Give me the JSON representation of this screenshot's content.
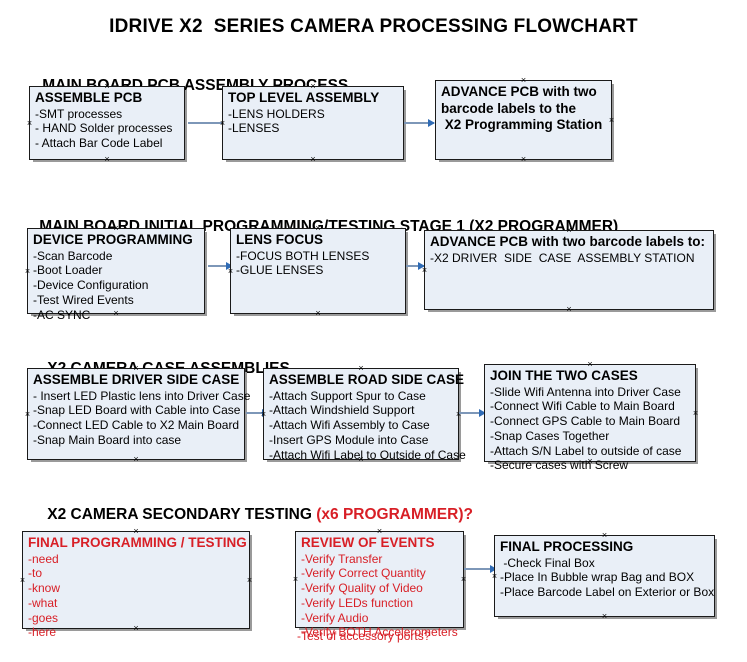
{
  "document": {
    "title": "IDRIVE X2  SERIES CAMERA PROCESSING FLOWCHART"
  },
  "colors": {
    "box_fill": "#e9eff7",
    "box_border": "#1a1a1a",
    "connector": "#7d97b8",
    "arrow_head": "#2f6bb5",
    "accent_red": "#d81f26",
    "text": "#000000"
  },
  "sections": [
    {
      "heading": "MAIN BOARD PCB ASSEMBLY PROCESS",
      "heading_accent": "",
      "boxes": [
        {
          "title": "ASSEMBLE PCB",
          "lines": [
            "-SMT processes",
            "- HAND Solder processes",
            "- Attach Bar Code Label"
          ]
        },
        {
          "title": "TOP LEVEL ASSEMBLY",
          "lines": [
            "-LENS HOLDERS",
            "-LENSES"
          ]
        },
        {
          "title": "ADVANCE PCB with two",
          "lines": [
            "barcode labels to the",
            " X2 Programming Station"
          ]
        }
      ]
    },
    {
      "heading": "MAIN BOARD INITIAL PROGRAMMING/TESTING STAGE 1 (X2 PROGRAMMER)",
      "heading_accent": "",
      "boxes": [
        {
          "title": "DEVICE PROGRAMMING",
          "lines": [
            "-Scan Barcode",
            "-Boot Loader",
            "-Device Configuration",
            "-Test Wired Events",
            "-AC SYNC"
          ]
        },
        {
          "title": "LENS FOCUS",
          "lines": [
            "-FOCUS BOTH LENSES",
            "-GLUE LENSES"
          ]
        },
        {
          "title": "ADVANCE PCB with two barcode labels to:",
          "lines": [
            "-X2 DRIVER  SIDE  CASE  ASSEMBLY STATION"
          ]
        }
      ]
    },
    {
      "heading": "X2 CAMERA CASE ASSEMBLIES",
      "heading_accent": "",
      "boxes": [
        {
          "title": "ASSEMBLE DRIVER SIDE CASE",
          "lines": [
            "- Insert LED Plastic lens into Driver Case",
            "-Snap LED Board with Cable into Case",
            "-Connect LED Cable to X2 Main Board",
            "-Snap Main Board into case"
          ]
        },
        {
          "title": "ASSEMBLE ROAD SIDE CASE",
          "lines": [
            "-Attach Support Spur to Case",
            "-Attach Windshield Support",
            "-Attach Wifi Assembly to Case",
            "-Insert GPS Module into Case",
            "-Attach Wifi Label to Outside of Case"
          ]
        },
        {
          "title": "JOIN THE TWO CASES",
          "lines": [
            "-Slide Wifi Antenna into Driver Case",
            "-Connect Wifi Cable to Main Board",
            "-Connect GPS Cable to Main Board",
            "-Snap Cases Together",
            "-Attach S/N Label to outside of case",
            "-Secure cases with Screw"
          ]
        }
      ]
    },
    {
      "heading": "X2 CAMERA SECONDARY TESTING ",
      "heading_accent": "(x6 PROGRAMMER)?",
      "boxes": [
        {
          "title": "FINAL PROGRAMMING / TESTING",
          "lines": [
            "-need",
            "-to",
            "-know",
            "-what",
            "-goes",
            "-here"
          ]
        },
        {
          "title": "REVIEW OF EVENTS",
          "lines": [
            "-Verify Transfer",
            "-Verify Correct Quantity",
            "-Verify Quality of Video",
            "-Verify LEDs function",
            "-Verify Audio",
            "-Verify BOTH Accelerometers"
          ],
          "overflow_line": "-Test of accessory ports?"
        },
        {
          "title": "FINAL PROCESSING",
          "lines": [
            " -Check Final Box",
            "-Place In Bubble wrap Bag and BOX",
            "-Place Barcode Label on Exterior or Box"
          ]
        }
      ]
    }
  ]
}
